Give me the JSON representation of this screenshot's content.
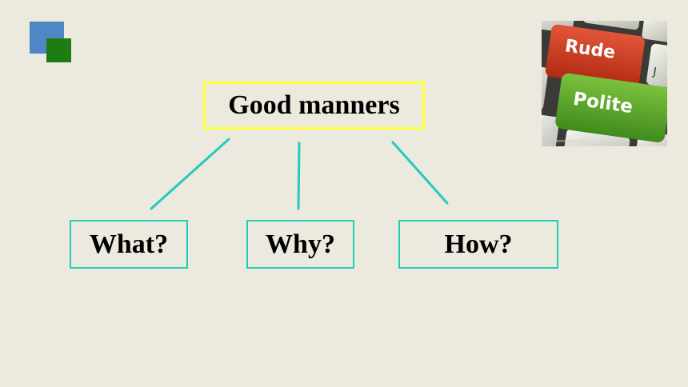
{
  "diagram": {
    "root": {
      "label": "Good manners"
    },
    "children": [
      {
        "id": "what",
        "label": "What?"
      },
      {
        "id": "why",
        "label": "Why?"
      },
      {
        "id": "how",
        "label": "How?"
      }
    ]
  },
  "photo": {
    "keys": [
      {
        "label": "Rude",
        "color": "#c93a1e"
      },
      {
        "label": "Polite",
        "color": "#5aa52a"
      }
    ],
    "watermark": "ww.freeimages.com"
  },
  "colors": {
    "background": "#ece9df",
    "root_border": "#ffff33",
    "child_border": "#22ccb9",
    "connector": "#22ccb9",
    "square_blue": "#4f86c6",
    "square_green": "#1e7d12"
  }
}
